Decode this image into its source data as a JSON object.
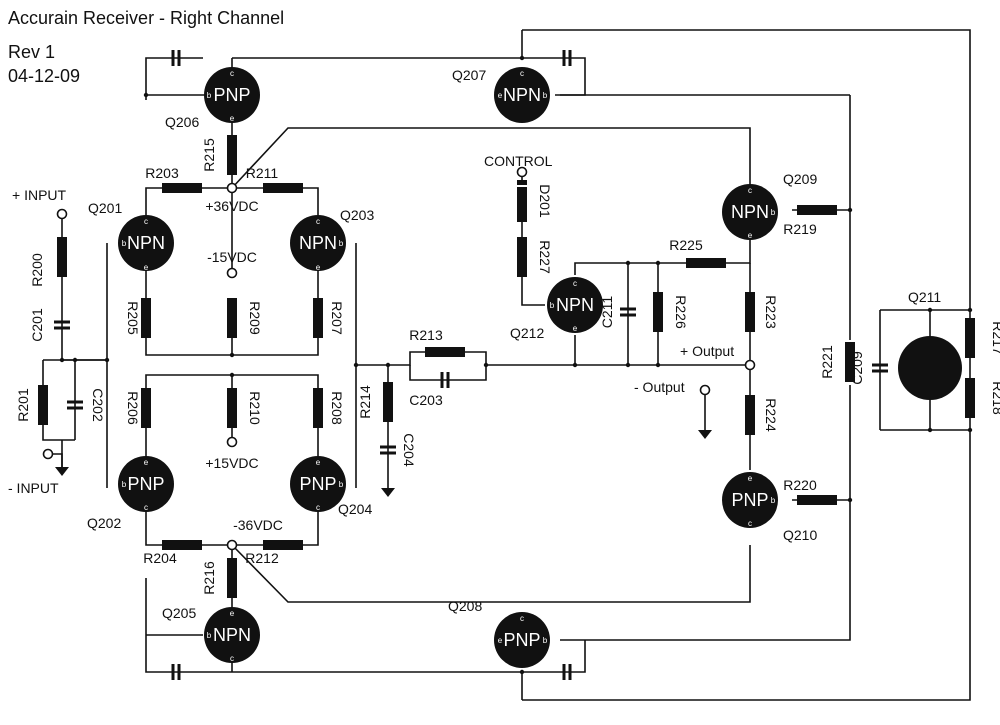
{
  "header": {
    "title": "Accurain Receiver - Right Channel",
    "revision": "Rev 1",
    "date": "04-12-09"
  },
  "transistors": [
    {
      "id": "Q201",
      "type": "NPN",
      "pins": [
        "c",
        "b",
        "e"
      ]
    },
    {
      "id": "Q202",
      "type": "PNP",
      "pins": [
        "e",
        "b",
        "c"
      ]
    },
    {
      "id": "Q203",
      "type": "NPN",
      "pins": [
        "c",
        "b",
        "e"
      ]
    },
    {
      "id": "Q204",
      "type": "PNP",
      "pins": [
        "e",
        "b",
        "c"
      ]
    },
    {
      "id": "Q205",
      "type": "NPN",
      "pins": [
        "e",
        "b",
        "c"
      ]
    },
    {
      "id": "Q206",
      "type": "PNP",
      "pins": [
        "c",
        "b",
        "e"
      ]
    },
    {
      "id": "Q207",
      "type": "NPN",
      "pins": [
        "c",
        "e",
        "b"
      ]
    },
    {
      "id": "Q208",
      "type": "PNP",
      "pins": [
        "c",
        "e",
        "b"
      ]
    },
    {
      "id": "Q209",
      "type": "NPN",
      "pins": [
        "c",
        "b",
        "e"
      ]
    },
    {
      "id": "Q210",
      "type": "PNP",
      "pins": [
        "e",
        "b",
        "c"
      ]
    },
    {
      "id": "Q212",
      "type": "NPN",
      "pins": [
        "b",
        "c",
        "e"
      ]
    },
    {
      "id": "Q211",
      "type": "",
      "pins": []
    }
  ],
  "resistors": [
    "R200",
    "R201",
    "R203",
    "R204",
    "R205",
    "R206",
    "R207",
    "R208",
    "R209",
    "R210",
    "R211",
    "R212",
    "R213",
    "R214",
    "R215",
    "R216",
    "R217",
    "R218",
    "R219",
    "R220",
    "R221",
    "R223",
    "R224",
    "R225",
    "R226",
    "R227"
  ],
  "capacitors": [
    "C201",
    "C202",
    "C203",
    "C204",
    "C209",
    "C211"
  ],
  "diodes": [
    "D201"
  ],
  "supplies": {
    "pos36": "+36VDC",
    "neg36": "-36VDC",
    "neg15": "-15VDC",
    "pos15": "+15VDC"
  },
  "io": {
    "plus_input": "+ INPUT",
    "minus_input": "- INPUT",
    "plus_output": "+ Output",
    "minus_output": "- Output",
    "control": "CONTROL"
  },
  "colors": {
    "ink": "#111111",
    "background": "#ffffff"
  }
}
